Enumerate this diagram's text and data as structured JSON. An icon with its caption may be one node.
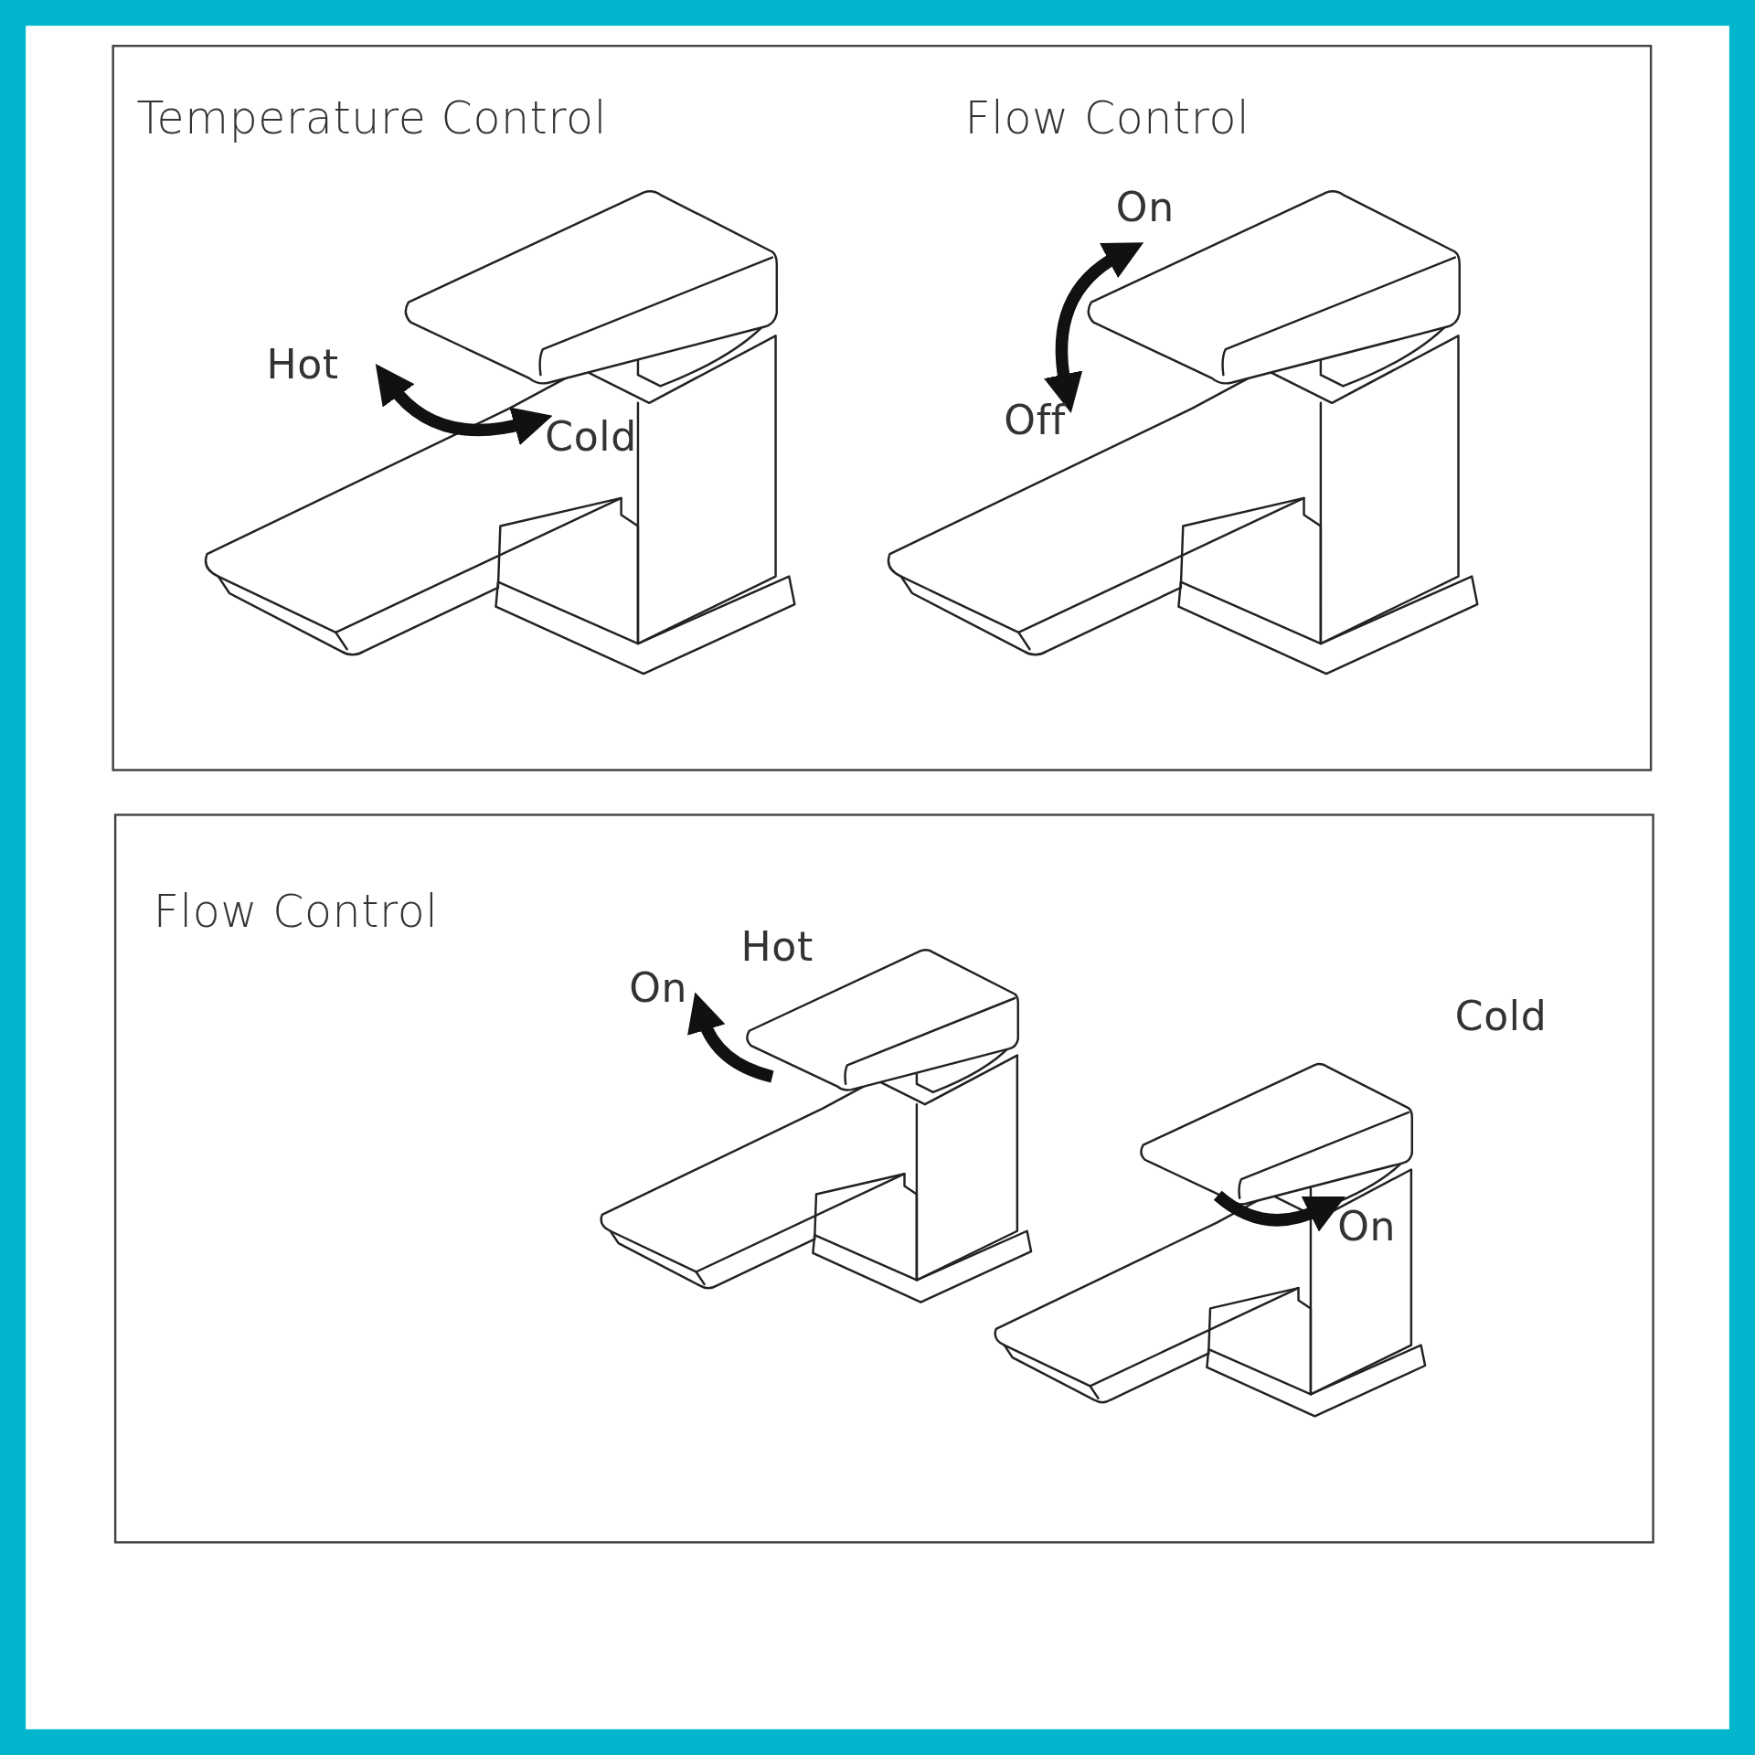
{
  "diagram": {
    "nodes": [
      {
        "text": [
          "Temperature Control",
          "Flow Control"
        ]
      },
      {
        "text": [
          "Flow Control"
        ]
      }
    ],
    "labels": [
      "Hot",
      "Cold",
      "On",
      "Off",
      "Hot",
      "On",
      "Cold",
      "On"
    ]
  }
}
